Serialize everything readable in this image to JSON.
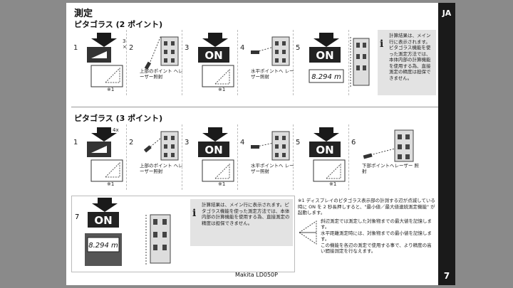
{
  "header": {
    "section_title": "測定",
    "language_tab": "JA",
    "page_number": "7"
  },
  "pyth2": {
    "title": "ピタゴラス (2 ポイント)",
    "press_count": "3 ×",
    "steps": [
      {
        "num": "1",
        "caption": "",
        "note": "※1"
      },
      {
        "num": "2",
        "caption": "上部のポイント ヘレーザー照射",
        "note": ""
      },
      {
        "num": "3",
        "caption": "",
        "note": "※1"
      },
      {
        "num": "4",
        "caption": "水平ポイントへ レーザー照射",
        "note": ""
      },
      {
        "num": "5",
        "caption": "",
        "note": ""
      }
    ],
    "display_value": "8.294 m",
    "on_label": "ON",
    "info_text": "計算結果は、メイン行に表示されます。ピタゴラス機能を使った測定方法では、本体内部の計算機能を使用する為、直接測定の精度は担保できません。"
  },
  "pyth3": {
    "title": "ピタゴラス (3 ポイント)",
    "press_count": "4x",
    "steps": [
      {
        "num": "1",
        "caption": "",
        "note": "※1"
      },
      {
        "num": "2",
        "caption": "上部のポイント ヘレーザー照射",
        "note": ""
      },
      {
        "num": "3",
        "caption": "",
        "note": "※1"
      },
      {
        "num": "4",
        "caption": "水平ポイントへ レーザー照射",
        "note": ""
      },
      {
        "num": "5",
        "caption": "",
        "note": "※1"
      },
      {
        "num": "6",
        "caption": "下部ポイントへレーザー 照射",
        "note": ""
      }
    ],
    "on_label": "ON"
  },
  "bottom": {
    "step_num": "7",
    "on_label": "ON",
    "display_value": "8.294 m",
    "info_text": "計算結果は、メイン行に表示されます。ピタゴラス機能を使った測定方法では、本体内部の計算機能を使用する為、直接測定の精度は担保できません。",
    "footnote_head": "※1 ディスプレイのピタゴラス表示部の計測する辺が点滅している時に ON を 2 秒長押しすると、\"最小値／最大値連続測定機能\" が起動します。",
    "footnote_l1": "斜辺測定では測定した対象物までの最大値を記憶します。",
    "footnote_l2": "水平距離測定時には、対象物までの最小値を記憶します。",
    "footnote_l3": "この機能を各辺の測定で使用する事で、より精度の高い間接測定を行なえます。"
  },
  "footer": {
    "model": "Makita LD050P"
  },
  "colors": {
    "ink": "#1a1a1a",
    "note_bg": "#e3e3e3",
    "backdrop": "#8a8a8a"
  },
  "icons": [
    "mode-button-icon",
    "on-button-icon",
    "laser-icon",
    "building-icon",
    "info-icon",
    "triangle-icon"
  ]
}
